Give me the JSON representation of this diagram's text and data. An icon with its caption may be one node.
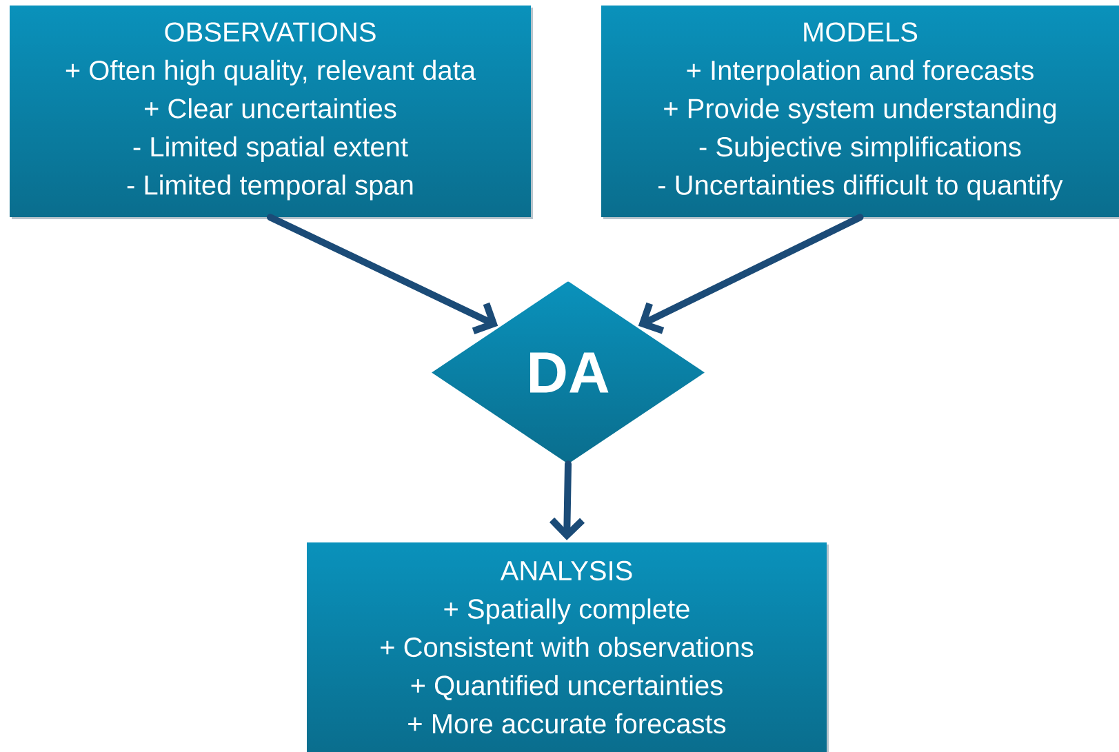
{
  "diagram": {
    "nodes": [
      {
        "text": [
          "OBSERVATIONS",
          "+ Often high quality, relevant data",
          "+ Clear uncertainties",
          "- Limited spatial extent",
          "- Limited temporal span"
        ]
      },
      {
        "text": [
          "MODELS",
          "+ Interpolation and forecasts",
          "+ Provide system understanding",
          "- Subjective simplifications",
          "- Uncertainties difficult to quantify"
        ]
      },
      {
        "text": [
          "DA"
        ]
      },
      {
        "text": [
          "ANALYSIS",
          "+ Spatially complete",
          "+ Consistent with observations",
          "+ Quantified uncertainties",
          "+ More accurate forecasts"
        ]
      }
    ],
    "edges": [
      {
        "from": 0,
        "to": 2,
        "arrow": "to"
      },
      {
        "from": 1,
        "to": 2,
        "arrow": "to"
      },
      {
        "from": 2,
        "to": 3,
        "arrow": "to"
      }
    ]
  }
}
